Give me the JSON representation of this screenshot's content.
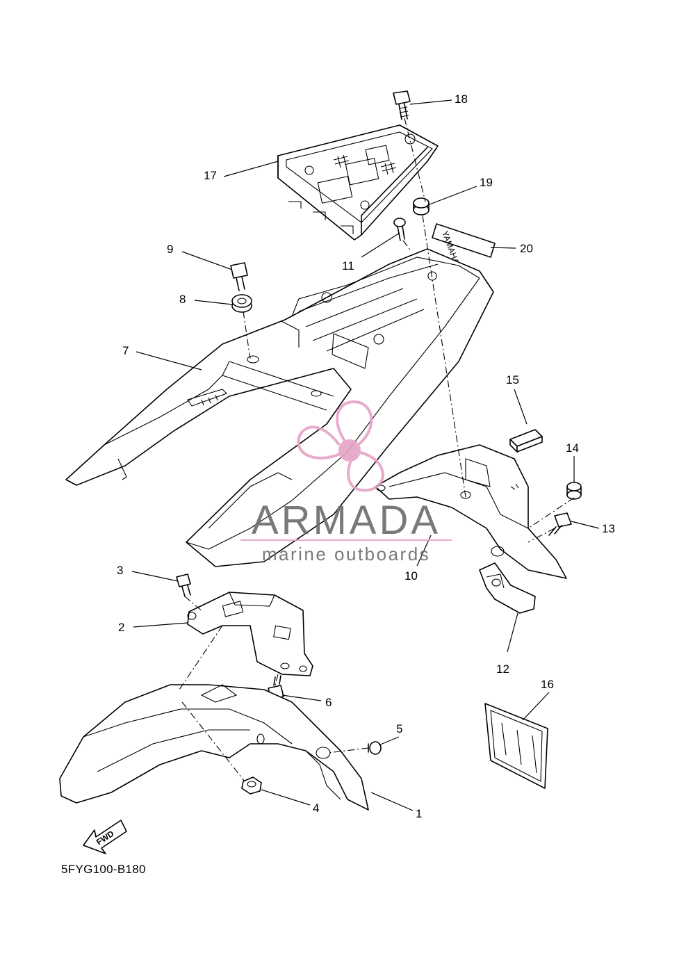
{
  "diagram_code": "5FYG100-B180",
  "fwd_label": "FWD",
  "emblem_text": "YAMAHA",
  "watermark": {
    "brand": "ARMADA",
    "tagline": "marine outboards",
    "propeller_color": "#e6a3c6",
    "text_color": "#6b6b6b"
  },
  "callouts": [
    {
      "id": "1",
      "label": "1"
    },
    {
      "id": "2",
      "label": "2"
    },
    {
      "id": "3",
      "label": "3"
    },
    {
      "id": "4",
      "label": "4"
    },
    {
      "id": "5",
      "label": "5"
    },
    {
      "id": "6",
      "label": "6"
    },
    {
      "id": "7",
      "label": "7"
    },
    {
      "id": "8",
      "label": "8"
    },
    {
      "id": "9",
      "label": "9"
    },
    {
      "id": "10",
      "label": "10"
    },
    {
      "id": "11",
      "label": "11"
    },
    {
      "id": "12",
      "label": "12"
    },
    {
      "id": "13",
      "label": "13"
    },
    {
      "id": "14",
      "label": "14"
    },
    {
      "id": "15",
      "label": "15"
    },
    {
      "id": "16",
      "label": "16"
    },
    {
      "id": "17",
      "label": "17"
    },
    {
      "id": "18",
      "label": "18"
    },
    {
      "id": "19",
      "label": "19"
    },
    {
      "id": "20",
      "label": "20"
    }
  ]
}
